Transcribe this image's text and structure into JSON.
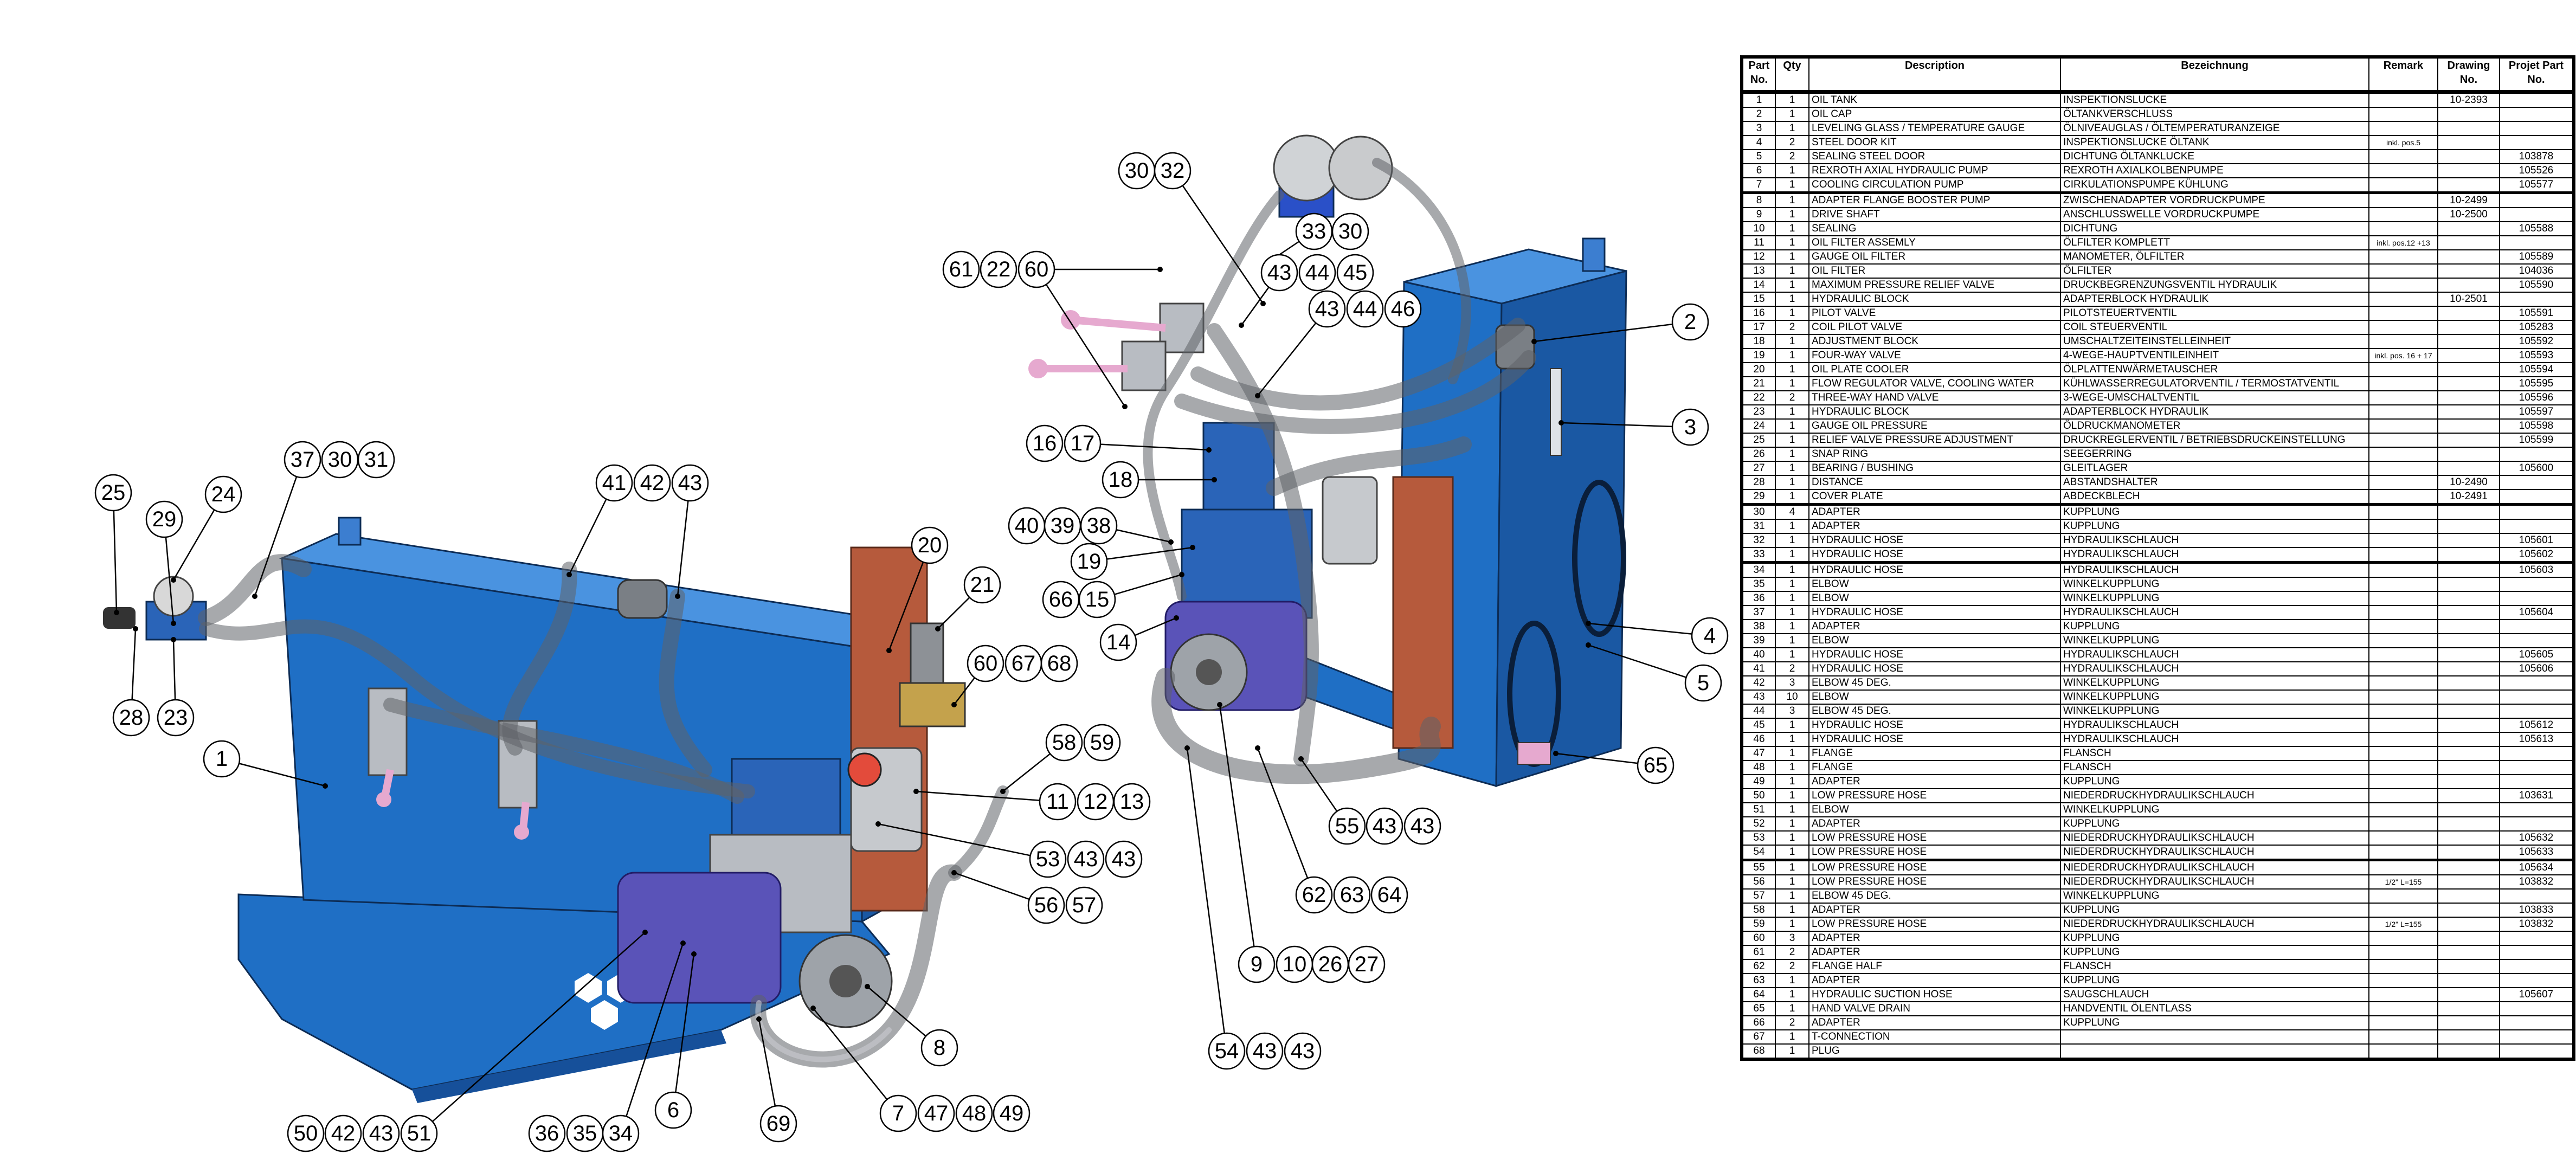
{
  "colors": {
    "tank_front": "#1f6fc5",
    "tank_top": "#4a93e0",
    "tank_side": "#1a58a3",
    "pump": "#5a53b8",
    "plate": "#b65a3c",
    "steel": "#b8bcc2",
    "handle": "#e6a9cf"
  },
  "table": {
    "headers": {
      "part": "Part",
      "part2": "No.",
      "qty": "Qty",
      "desc": "Description",
      "bez": "Bezeichnung",
      "remark": "Remark",
      "drawing": "Drawing",
      "drawing2": "No.",
      "projet": "Projet Part",
      "projet2": "No."
    },
    "rows": [
      [
        "1",
        "1",
        "OIL TANK",
        "INSPEKTIONSLUCKE",
        "",
        "10-2393",
        ""
      ],
      [
        "2",
        "1",
        "OIL CAP",
        "ÖLTANKVERSCHLUSS",
        "",
        "",
        ""
      ],
      [
        "3",
        "1",
        "LEVELING GLASS / TEMPERATURE GAUGE",
        "ÖLNIVEAUGLAS / ÖLTEMPERATURANZEIGE",
        "",
        "",
        ""
      ],
      [
        "4",
        "2",
        "STEEL DOOR KIT",
        "INSPEKTIONSLUCKE ÖLTANK",
        "inkl. pos.5",
        "",
        ""
      ],
      [
        "5",
        "2",
        "SEALING STEEL DOOR",
        "DICHTUNG ÖLTANKLUCKE",
        "",
        "",
        "103878"
      ],
      [
        "6",
        "1",
        "REXROTH AXIAL HYDRAULIC PUMP",
        "REXROTH AXIALKOLBENPUMPE",
        "",
        "",
        "105526"
      ],
      [
        "7",
        "1",
        "COOLING CIRCULATION PUMP",
        "CIRKULATIONSPUMPE KÜHLUNG",
        "",
        "",
        "105577"
      ],
      [
        "8",
        "1",
        "ADAPTER FLANGE BOOSTER PUMP",
        "ZWISCHENADAPTER VORDRUCKPUMPE",
        "",
        "10-2499",
        ""
      ],
      [
        "9",
        "1",
        "DRIVE SHAFT",
        "ANSCHLUSSWELLE VORDRUCKPUMPE",
        "",
        "10-2500",
        ""
      ],
      [
        "10",
        "1",
        "SEALING",
        "DICHTUNG",
        "",
        "",
        "105588"
      ],
      [
        "11",
        "1",
        "OIL FILTER ASSEMLY",
        "ÖLFILTER KOMPLETT",
        "inkl. pos.12 +13",
        "",
        ""
      ],
      [
        "12",
        "1",
        "GAUGE OIL FILTER",
        "MANOMETER, ÖLFILTER",
        "",
        "",
        "105589"
      ],
      [
        "13",
        "1",
        "OIL FILTER",
        "ÖLFILTER",
        "",
        "",
        "104036"
      ],
      [
        "14",
        "1",
        "MAXIMUM PRESSURE RELIEF VALVE",
        "DRUCKBEGRENZUNGSVENTIL HYDRAULIK",
        "",
        "",
        "105590"
      ],
      [
        "15",
        "1",
        "HYDRAULIC BLOCK",
        "ADAPTERBLOCK HYDRAULIK",
        "",
        "10-2501",
        ""
      ],
      [
        "16",
        "1",
        "PILOT VALVE",
        "PILOTSTEUERTVENTIL",
        "",
        "",
        "105591"
      ],
      [
        "17",
        "2",
        "COIL PILOT VALVE",
        "COIL STEUERVENTIL",
        "",
        "",
        "105283"
      ],
      [
        "18",
        "1",
        "ADJUSTMENT BLOCK",
        "UMSCHALTZEITEINSTELLEINHEIT",
        "",
        "",
        "105592"
      ],
      [
        "19",
        "1",
        "FOUR-WAY VALVE",
        "4-WEGE-HAUPTVENTILEINHEIT",
        "inkl. pos. 16 + 17",
        "",
        "105593"
      ],
      [
        "20",
        "1",
        "OIL PLATE COOLER",
        "ÖLPLATTENWÄRMETAUSCHER",
        "",
        "",
        "105594"
      ],
      [
        "21",
        "1",
        "FLOW REGULATOR VALVE, COOLING WATER",
        "KÜHLWASSERREGULATORVENTIL / TERMOSTATVENTIL",
        "",
        "",
        "105595"
      ],
      [
        "22",
        "2",
        "THREE-WAY HAND VALVE",
        "3-WEGE-UMSCHALTVENTIL",
        "",
        "",
        "105596"
      ],
      [
        "23",
        "1",
        "HYDRAULIC BLOCK",
        "ADAPTERBLOCK HYDRAULIK",
        "",
        "",
        "105597"
      ],
      [
        "24",
        "1",
        "GAUGE OIL PRESSURE",
        "ÖLDRUCKMANOMETER",
        "",
        "",
        "105598"
      ],
      [
        "25",
        "1",
        "RELIEF VALVE PRESSURE ADJUSTMENT",
        "DRUCKREGLERVENTIL / BETRIEBSDRUCKEINSTELLUNG",
        "",
        "",
        "105599"
      ],
      [
        "26",
        "1",
        "SNAP RING",
        "SEEGERRING",
        "",
        "",
        ""
      ],
      [
        "27",
        "1",
        "BEARING / BUSHING",
        "GLEITLAGER",
        "",
        "",
        "105600"
      ],
      [
        "28",
        "1",
        "DISTANCE",
        "ABSTANDSHALTER",
        "",
        "10-2490",
        ""
      ],
      [
        "29",
        "1",
        "COVER PLATE",
        "ABDECKBLECH",
        "",
        "10-2491",
        ""
      ],
      [
        "30",
        "4",
        "ADAPTER",
        "KUPPLUNG",
        "",
        "",
        ""
      ],
      [
        "31",
        "1",
        "ADAPTER",
        "KUPPLUNG",
        "",
        "",
        ""
      ],
      [
        "32",
        "1",
        "HYDRAULIC HOSE",
        "HYDRAULIKSCHLAUCH",
        "",
        "",
        "105601"
      ],
      [
        "33",
        "1",
        "HYDRAULIC HOSE",
        "HYDRAULIKSCHLAUCH",
        "",
        "",
        "105602"
      ],
      [
        "34",
        "1",
        "HYDRAULIC HOSE",
        "HYDRAULIKSCHLAUCH",
        "",
        "",
        "105603"
      ],
      [
        "35",
        "1",
        "ELBOW",
        "WINKELKUPPLUNG",
        "",
        "",
        ""
      ],
      [
        "36",
        "1",
        "ELBOW",
        "WINKELKUPPLUNG",
        "",
        "",
        ""
      ],
      [
        "37",
        "1",
        "HYDRAULIC HOSE",
        "HYDRAULIKSCHLAUCH",
        "",
        "",
        "105604"
      ],
      [
        "38",
        "1",
        "ADAPTER",
        "KUPPLUNG",
        "",
        "",
        ""
      ],
      [
        "39",
        "1",
        "ELBOW",
        "WINKELKUPPLUNG",
        "",
        "",
        ""
      ],
      [
        "40",
        "1",
        "HYDRAULIC HOSE",
        "HYDRAULIKSCHLAUCH",
        "",
        "",
        "105605"
      ],
      [
        "41",
        "2",
        "HYDRAULIC HOSE",
        "HYDRAULIKSCHLAUCH",
        "",
        "",
        "105606"
      ],
      [
        "42",
        "3",
        "ELBOW 45 DEG.",
        "WINKELKUPPLUNG",
        "",
        "",
        ""
      ],
      [
        "43",
        "10",
        "ELBOW",
        "WINKELKUPPLUNG",
        "",
        "",
        ""
      ],
      [
        "44",
        "3",
        "ELBOW 45 DEG.",
        "WINKELKUPPLUNG",
        "",
        "",
        ""
      ],
      [
        "45",
        "1",
        "HYDRAULIC HOSE",
        "HYDRAULIKSCHLAUCH",
        "",
        "",
        "105612"
      ],
      [
        "46",
        "1",
        "HYDRAULIC HOSE",
        "HYDRAULIKSCHLAUCH",
        "",
        "",
        "105613"
      ],
      [
        "47",
        "1",
        "FLANGE",
        "FLANSCH",
        "",
        "",
        ""
      ],
      [
        "48",
        "1",
        "FLANGE",
        "FLANSCH",
        "",
        "",
        ""
      ],
      [
        "49",
        "1",
        "ADAPTER",
        "KUPPLUNG",
        "",
        "",
        ""
      ],
      [
        "50",
        "1",
        "LOW PRESSURE HOSE",
        "NIEDERDRUCKHYDRAULIKSCHLAUCH",
        "",
        "",
        "103631"
      ],
      [
        "51",
        "1",
        "ELBOW",
        "WINKELKUPPLUNG",
        "",
        "",
        ""
      ],
      [
        "52",
        "1",
        "ADAPTER",
        "KUPPLUNG",
        "",
        "",
        ""
      ],
      [
        "53",
        "1",
        "LOW PRESSURE HOSE",
        "NIEDERDRUCKHYDRAULIKSCHLAUCH",
        "",
        "",
        "105632"
      ],
      [
        "54",
        "1",
        "LOW PRESSURE HOSE",
        "NIEDERDRUCKHYDRAULIKSCHLAUCH",
        "",
        "",
        "105633"
      ],
      [
        "55",
        "1",
        "LOW PRESSURE HOSE",
        "NIEDERDRUCKHYDRAULIKSCHLAUCH",
        "",
        "",
        "105634"
      ],
      [
        "56",
        "1",
        "LOW PRESSURE HOSE",
        "NIEDERDRUCKHYDRAULIKSCHLAUCH",
        "1/2\" L=155",
        "",
        "103832"
      ],
      [
        "57",
        "1",
        "ELBOW 45 DEG.",
        "WINKELKUPPLUNG",
        "",
        "",
        ""
      ],
      [
        "58",
        "1",
        "ADAPTER",
        "KUPPLUNG",
        "",
        "",
        "103833"
      ],
      [
        "59",
        "1",
        "LOW PRESSURE HOSE",
        "NIEDERDRUCKHYDRAULIKSCHLAUCH",
        "1/2\" L=155",
        "",
        "103832"
      ],
      [
        "60",
        "3",
        "ADAPTER",
        "KUPPLUNG",
        "",
        "",
        ""
      ],
      [
        "61",
        "2",
        "ADAPTER",
        "KUPPLUNG",
        "",
        "",
        ""
      ],
      [
        "62",
        "2",
        "FLANGE HALF",
        "FLANSCH",
        "",
        "",
        ""
      ],
      [
        "63",
        "1",
        "ADAPTER",
        "KUPPLUNG",
        "",
        "",
        ""
      ],
      [
        "64",
        "1",
        "HYDRAULIC SUCTION HOSE",
        "SAUGSCHLAUCH",
        "",
        "",
        "105607"
      ],
      [
        "65",
        "1",
        "HAND VALVE DRAIN",
        "HANDVENTIL ÖLENTLASS",
        "",
        "",
        ""
      ],
      [
        "66",
        "2",
        "ADAPTER",
        "KUPPLUNG",
        "",
        "",
        ""
      ],
      [
        "67",
        "1",
        "T-CONNECTION",
        "",
        "",
        "",
        ""
      ],
      [
        "68",
        "1",
        "PLUG",
        "",
        "",
        "",
        ""
      ]
    ]
  },
  "callouts": [
    [
      "30",
      "32"
    ],
    [
      "33",
      "30"
    ],
    [
      "61",
      "22",
      "60"
    ],
    [
      "43",
      "44",
      "45"
    ],
    [
      "43",
      "44",
      "46"
    ],
    [
      "2"
    ],
    [
      "3"
    ],
    [
      "16",
      "17"
    ],
    [
      "18"
    ],
    [
      "37",
      "30",
      "31"
    ],
    [
      "41",
      "42",
      "43"
    ],
    [
      "25"
    ],
    [
      "24"
    ],
    [
      "29"
    ],
    [
      "40",
      "39",
      "38"
    ],
    [
      "19"
    ],
    [
      "20"
    ],
    [
      "21"
    ],
    [
      "66",
      "15"
    ],
    [
      "14"
    ],
    [
      "4"
    ],
    [
      "5"
    ],
    [
      "60",
      "67",
      "68"
    ],
    [
      "28",
      "23"
    ],
    [
      "1"
    ],
    [
      "58",
      "59"
    ],
    [
      "65"
    ],
    [
      "11",
      "12",
      "13"
    ],
    [
      "53",
      "43",
      "43"
    ],
    [
      "55",
      "43",
      "43"
    ],
    [
      "56",
      "57"
    ],
    [
      "62",
      "63",
      "64"
    ],
    [
      "9",
      "10",
      "26",
      "27"
    ],
    [
      "8"
    ],
    [
      "54",
      "43",
      "43"
    ],
    [
      "50",
      "42",
      "43",
      "51"
    ],
    [
      "36",
      "35",
      "34"
    ],
    [
      "6"
    ],
    [
      "69"
    ],
    [
      "7",
      "47",
      "48",
      "49"
    ]
  ]
}
